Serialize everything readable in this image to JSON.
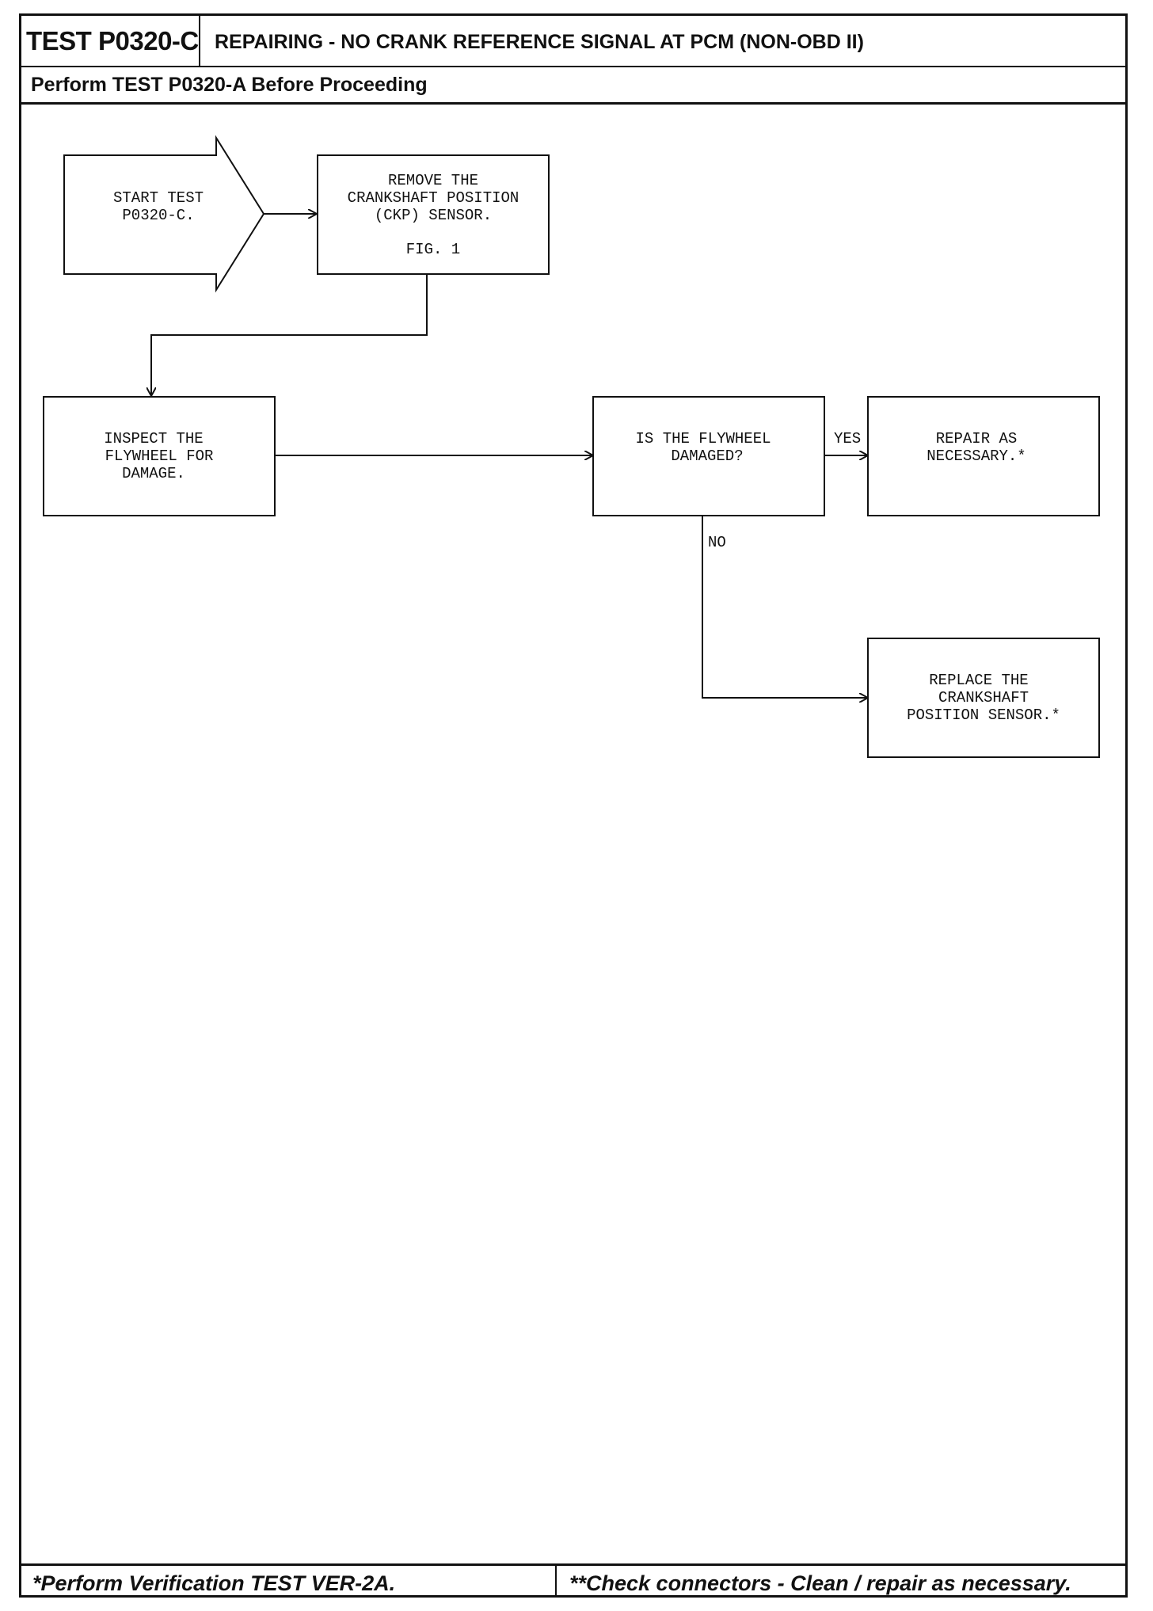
{
  "header": {
    "test_id": "TEST P0320-C",
    "title": "REPAIRING - NO CRANK REFERENCE SIGNAL AT PCM (NON-OBD II)",
    "subtitle": "Perform TEST P0320-A Before Proceeding"
  },
  "flow": {
    "start": [
      "START TEST",
      "P0320-C."
    ],
    "remove_sensor": [
      "REMOVE THE",
      "CRANKSHAFT POSITION",
      "(CKP) SENSOR."
    ],
    "fig_ref": "FIG. 1",
    "inspect": [
      "INSPECT THE",
      "FLYWHEEL FOR",
      "DAMAGE."
    ],
    "decision": [
      "IS THE FLYWHEEL",
      "DAMAGED?"
    ],
    "yes_label": "YES",
    "no_label": "NO",
    "repair": [
      "REPAIR AS",
      "NECESSARY.*"
    ],
    "replace": [
      "REPLACE THE",
      "CRANKSHAFT",
      "POSITION SENSOR.*"
    ]
  },
  "footer": {
    "left_note": "*Perform Verification TEST VER-2A.",
    "right_note": "**Check connectors - Clean / repair as necessary."
  }
}
